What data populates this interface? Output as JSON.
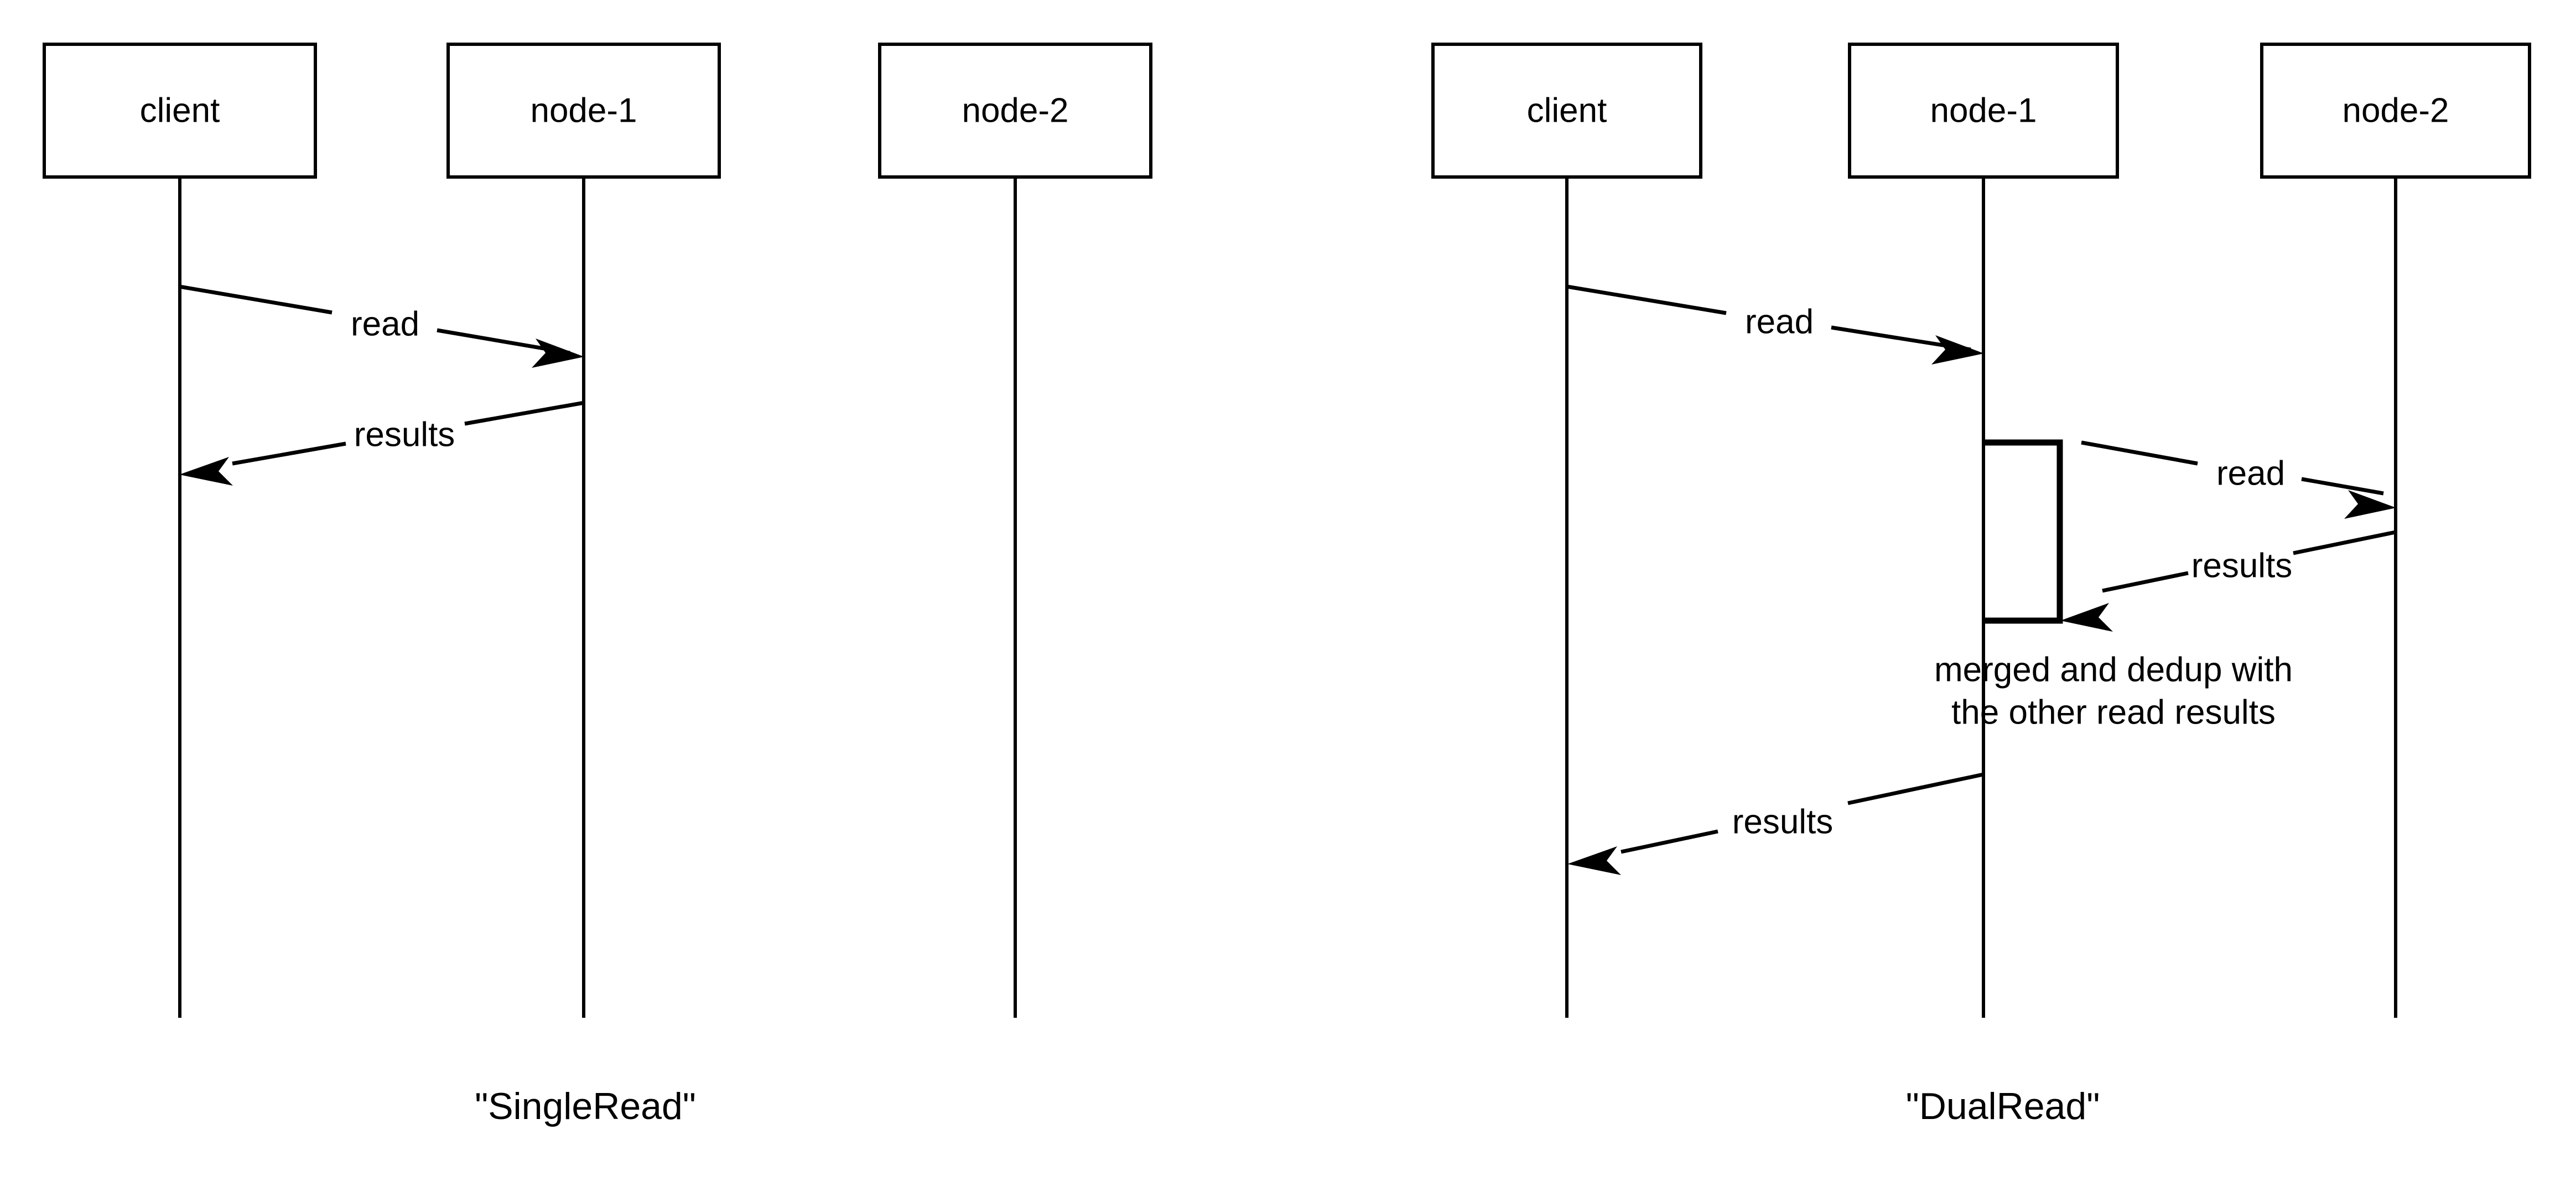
{
  "diagram": {
    "type": "uml-sequence-diagram",
    "background_color": "#ffffff",
    "line_color": "#000000",
    "panels": [
      {
        "id": "single-read",
        "caption": "\"SingleRead\"",
        "participants": [
          {
            "id": "client",
            "label": "client"
          },
          {
            "id": "node-1",
            "label": "node-1"
          },
          {
            "id": "node-2",
            "label": "node-2"
          }
        ],
        "messages": [
          {
            "id": "m1",
            "label": "read",
            "from": "client",
            "to": "node-1",
            "direction": "right"
          },
          {
            "id": "m2",
            "label": "results",
            "from": "node-1",
            "to": "client",
            "direction": "left"
          }
        ],
        "notes": [],
        "self_loops": []
      },
      {
        "id": "dual-read",
        "caption": "\"DualRead\"",
        "participants": [
          {
            "id": "client",
            "label": "client"
          },
          {
            "id": "node-1",
            "label": "node-1"
          },
          {
            "id": "node-2",
            "label": "node-2"
          }
        ],
        "messages": [
          {
            "id": "m1",
            "label": "read",
            "from": "client",
            "to": "node-1",
            "direction": "right"
          },
          {
            "id": "m2",
            "label": "read",
            "from": "node-1",
            "to": "node-2",
            "direction": "right"
          },
          {
            "id": "m3",
            "label": "results",
            "from": "node-2",
            "to": "node-1",
            "direction": "left"
          },
          {
            "id": "m4",
            "label": "results",
            "from": "node-1",
            "to": "client",
            "direction": "left"
          }
        ],
        "notes": [
          {
            "id": "n1",
            "on": "node-1",
            "line1": "merged and dedup with",
            "line2": "the other read results"
          }
        ],
        "self_loops": [
          {
            "id": "s1",
            "on": "node-1",
            "shape": "activation-bracket"
          }
        ]
      }
    ]
  }
}
